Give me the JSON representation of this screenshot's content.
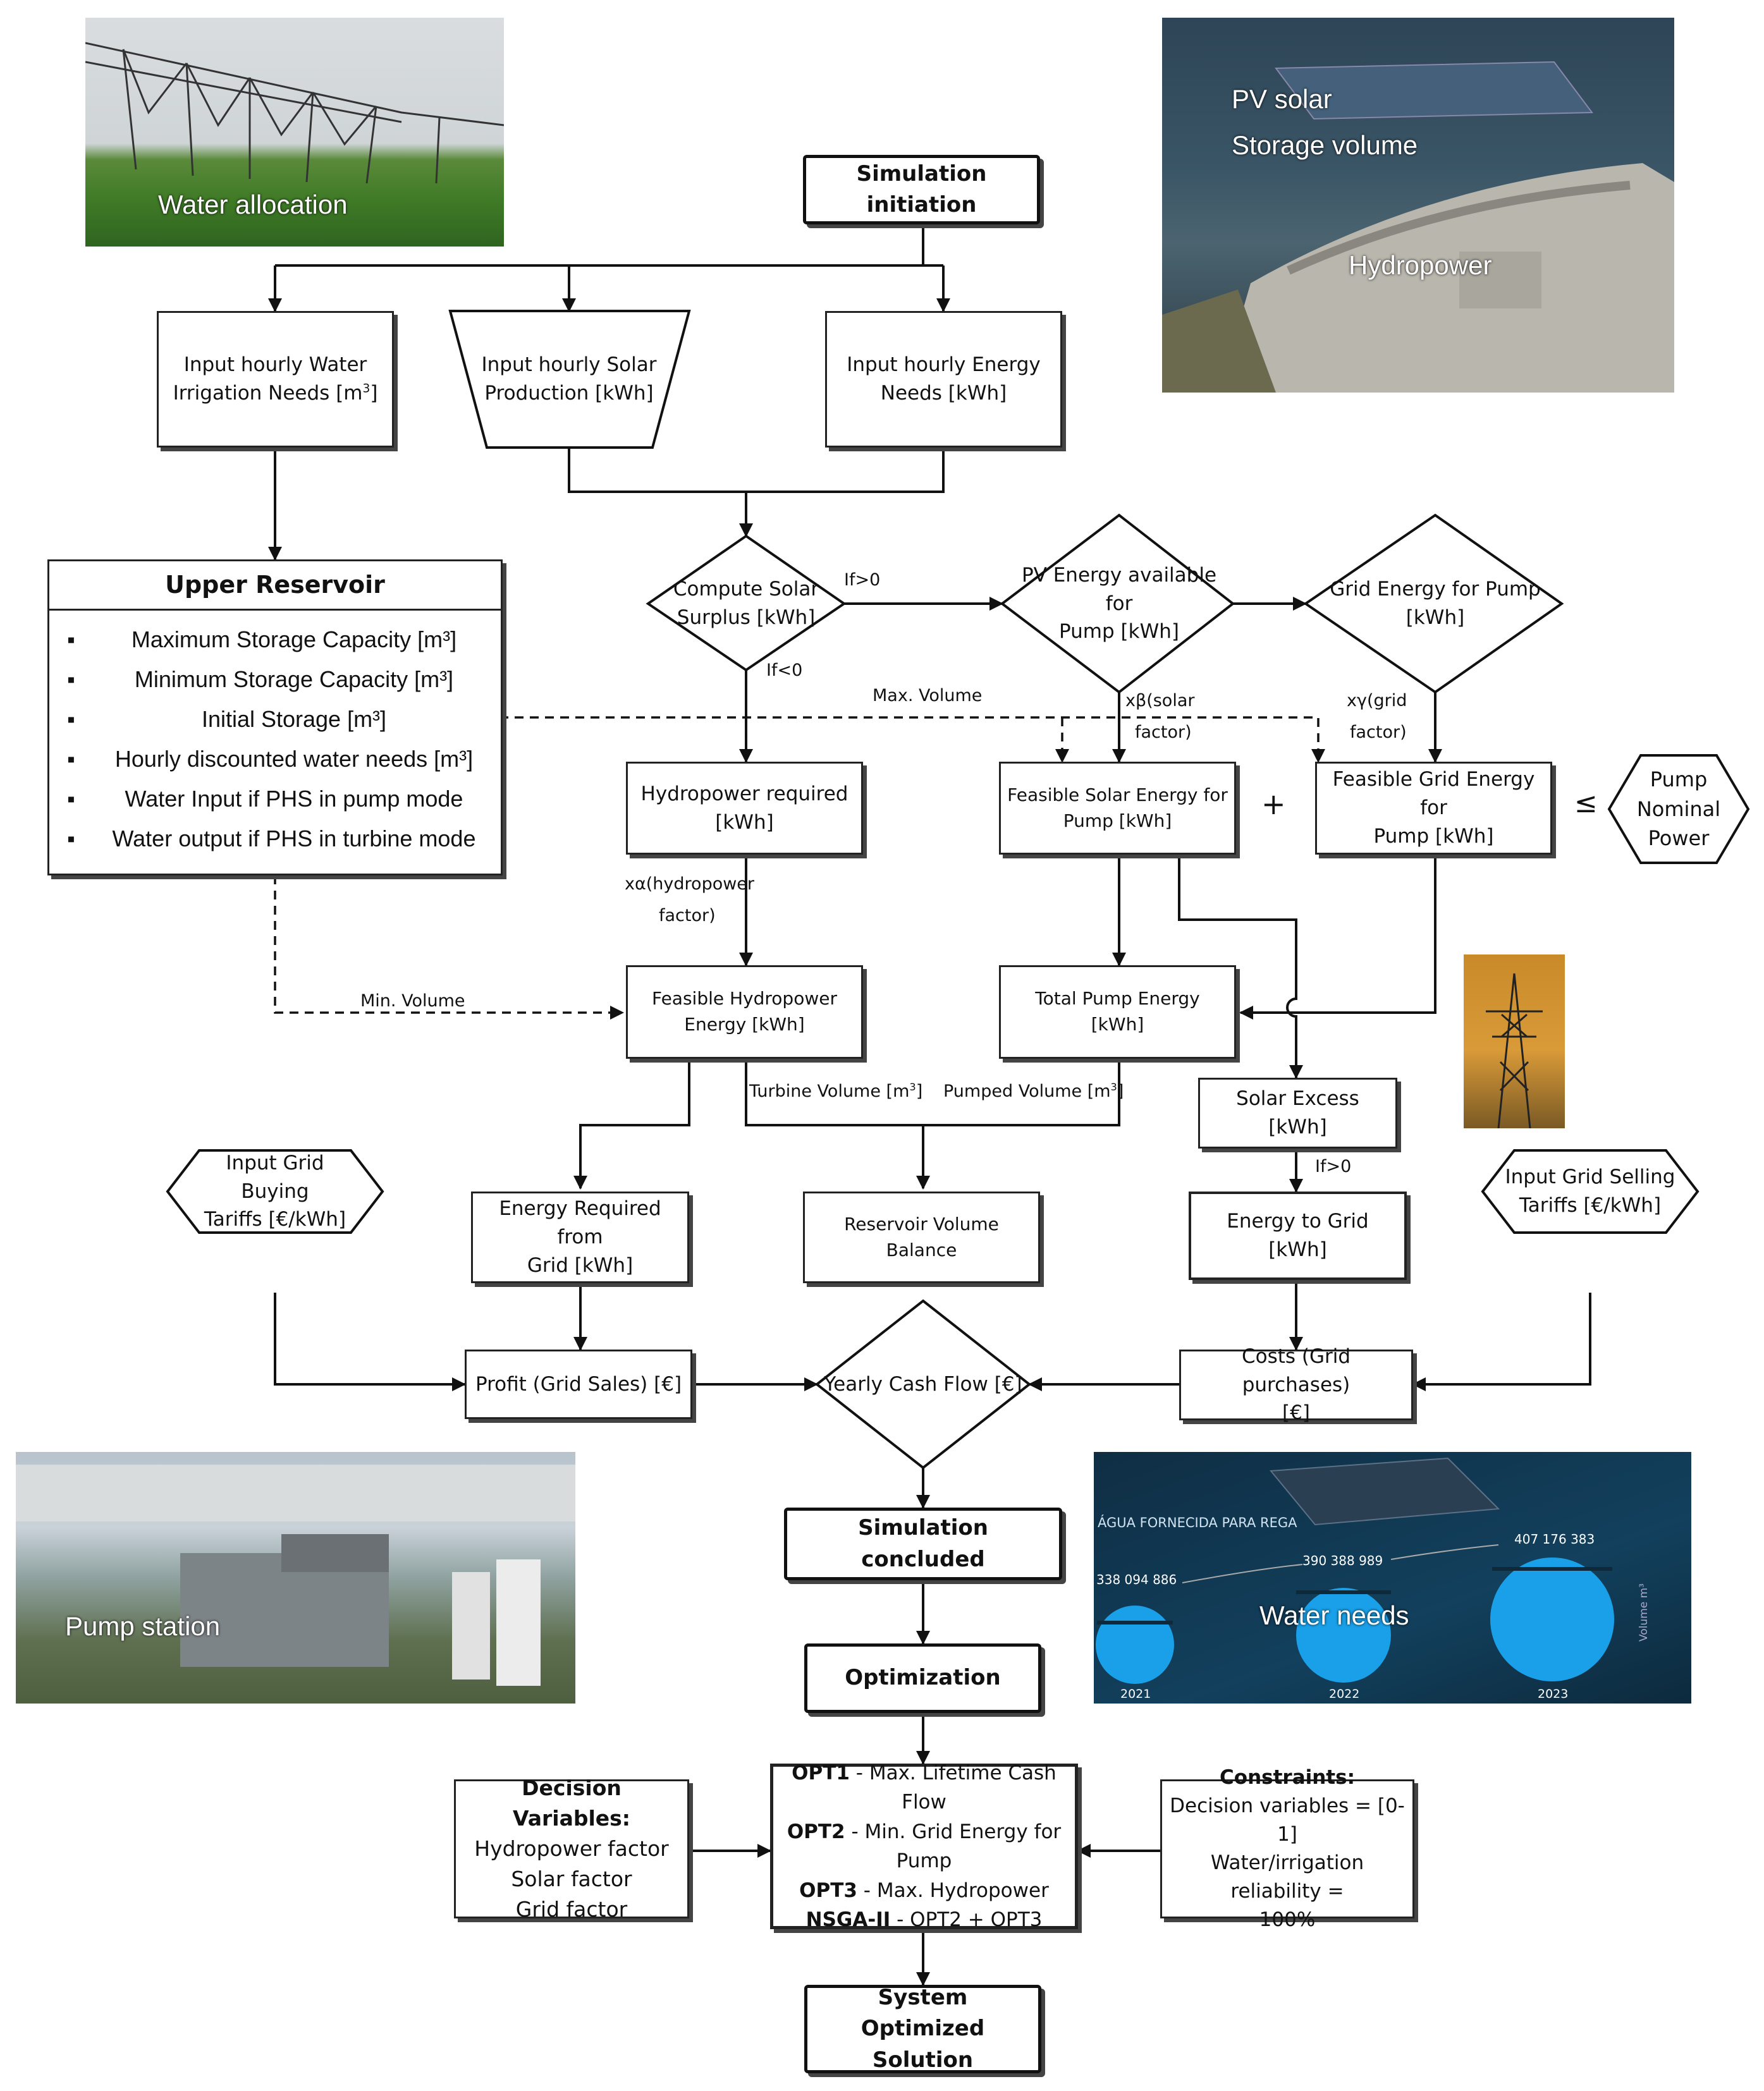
{
  "photos": {
    "water_allocation": "Water allocation",
    "pv_solar": "PV solar",
    "storage_volume": "Storage volume",
    "hydropower": "Hydropower",
    "pump_station": "Pump station",
    "water_needs": "Water needs",
    "water_needs_header": "ÁGUA FORNECIDA PARA REGA",
    "water_needs_values": [
      "338 094 886",
      "390 388 989",
      "407 176 383"
    ],
    "water_needs_years": [
      "2021",
      "2022",
      "2023"
    ],
    "water_needs_axis": "Volume m³"
  },
  "nodes": {
    "sim_init": "Simulation initiation",
    "input_water_1": "Input hourly Water",
    "input_water_2": "Irrigation Needs [m",
    "input_solar_1": "Input hourly Solar",
    "input_solar_2": "Production [kWh]",
    "input_energy_1": "Input hourly Energy",
    "input_energy_2": "Needs [kWh]",
    "upper_reservoir": "Upper Reservoir",
    "reservoir_items": [
      "Maximum Storage Capacity [m³]",
      "Minimum Storage Capacity [m³]",
      "Initial Storage [m³]",
      "Hourly discounted water needs [m³]",
      "Water Input if PHS in pump mode",
      "Water output if PHS in turbine mode"
    ],
    "compute_surplus_1": "Compute Solar",
    "compute_surplus_2": "Surplus [kWh]",
    "pv_available_1": "PV Energy available for",
    "pv_available_2": "Pump [kWh]",
    "grid_energy_pump_1": "Grid Energy for Pump",
    "grid_energy_pump_2": "[kWh]",
    "hydro_required_1": "Hydropower required",
    "hydro_required_2": "[kWh]",
    "feasible_solar_1": "Feasible Solar Energy for",
    "feasible_solar_2": "Pump [kWh]",
    "plus": "+",
    "feasible_grid_1": "Feasible Grid Energy for",
    "feasible_grid_2": "Pump [kWh]",
    "leq": "≤",
    "pump_nominal_1": "Pump",
    "pump_nominal_2": "Nominal",
    "pump_nominal_3": "Power",
    "feasible_hydro_1": "Feasible Hydropower",
    "feasible_hydro_2": "Energy [kWh]",
    "total_pump": "Total Pump Energy [kWh]",
    "solar_excess": "Solar Excess [kWh]",
    "energy_required_1": "Energy Required from",
    "energy_required_2": "Grid [kWh]",
    "reservoir_balance": "Reservoir Volume Balance",
    "energy_to_grid": "Energy to Grid [kWh]",
    "grid_buying_1": "Input Grid Buying",
    "grid_buying_2": "Tariffs [€/kWh]",
    "grid_selling_1": "Input Grid Selling",
    "grid_selling_2": "Tariffs [€/kWh]",
    "profit": "Profit (Grid Sales) [€]",
    "yearly_cash": "Yearly Cash Flow [€]",
    "costs_1": "Costs (Grid purchases)",
    "costs_2": "[€]",
    "sim_concluded": "Simulation concluded",
    "optimization": "Optimization",
    "decision_title": "Decision Variables:",
    "decision_items": [
      "Hydropower factor",
      "Solar factor",
      "Grid factor"
    ],
    "opt1_b": "OPT1",
    "opt1_t": " - Max. Lifetime Cash Flow",
    "opt2_b": "OPT2",
    "opt2_t": " - Min. Grid Energy for",
    "opt2_t2": "Pump",
    "opt3_b": "OPT3",
    "opt3_t": " - Max. Hydropower",
    "nsga_b": "NSGA-II",
    "nsga_t": " - OPT2 + OPT3",
    "constraints_title": "Constraints:",
    "constraints_1": "Decision variables = [0-1]",
    "constraints_2": "Water/irrigation reliability =",
    "constraints_3": "100%",
    "system_opt_1": "System Optimized",
    "system_opt_2": "Solution"
  },
  "edge_labels": {
    "if_gt0": "If>0",
    "if_lt0": "If<0",
    "max_volume": "Max. Volume",
    "min_volume": "Min. Volume",
    "x_beta_1": "xβ(solar",
    "x_beta_2": "factor)",
    "x_gamma_1": "xγ(grid",
    "x_gamma_2": "factor)",
    "x_alpha_1": "xα(hydropower",
    "x_alpha_2": "factor)",
    "turbine_volume": "Turbine Volume [m",
    "pumped_volume": "Pumped Volume [m",
    "if_gt0_2": "If>0"
  }
}
